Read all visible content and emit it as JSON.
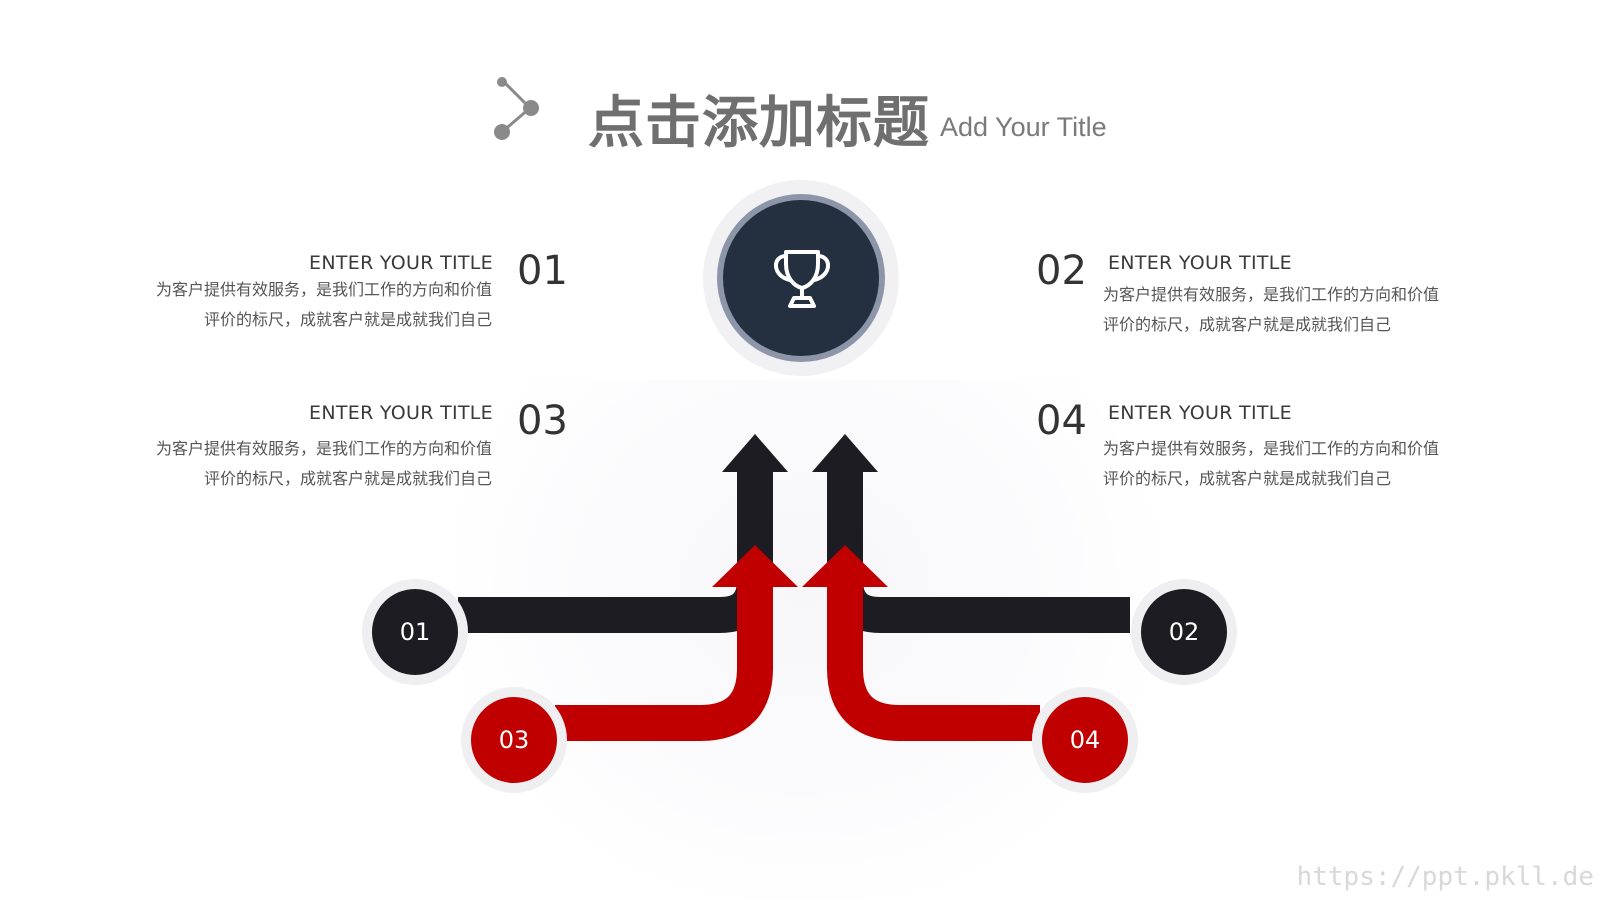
{
  "header": {
    "title": "点击添加标题",
    "subtitle": "Add Your Title",
    "icon": "share-node-icon"
  },
  "center": {
    "icon": "trophy-icon",
    "colors": {
      "inner": "#243040",
      "ring": "#8c96a8",
      "halo": "#ececef"
    }
  },
  "items": [
    {
      "number": "01",
      "title": "ENTER YOUR TITLE",
      "desc_line1": "为客户提供有效服务，是我们工作的方向和价值",
      "desc_line2": "评价的标尺，成就客户就是成就我们自己"
    },
    {
      "number": "02",
      "title": "ENTER YOUR TITLE",
      "desc_line1": "为客户提供有效服务，是我们工作的方向和价值",
      "desc_line2": "评价的标尺，成就客户就是成就我们自己"
    },
    {
      "number": "03",
      "title": "ENTER YOUR TITLE",
      "desc_line1": "为客户提供有效服务，是我们工作的方向和价值",
      "desc_line2": "评价的标尺，成就客户就是成就我们自己"
    },
    {
      "number": "04",
      "title": "ENTER YOUR TITLE",
      "desc_line1": "为客户提供有效服务，是我们工作的方向和价值",
      "desc_line2": "评价的标尺，成就客户就是成就我们自己"
    }
  ],
  "nodes": [
    {
      "label": "01",
      "color": "#1c1c22"
    },
    {
      "label": "02",
      "color": "#1c1c22"
    },
    {
      "label": "03",
      "color": "#c00000"
    },
    {
      "label": "04",
      "color": "#c00000"
    }
  ],
  "colors": {
    "dark": "#1c1c22",
    "red": "#c00000",
    "title_gray": "#6f6f6f"
  },
  "watermark": "https://ppt.pkll.de"
}
